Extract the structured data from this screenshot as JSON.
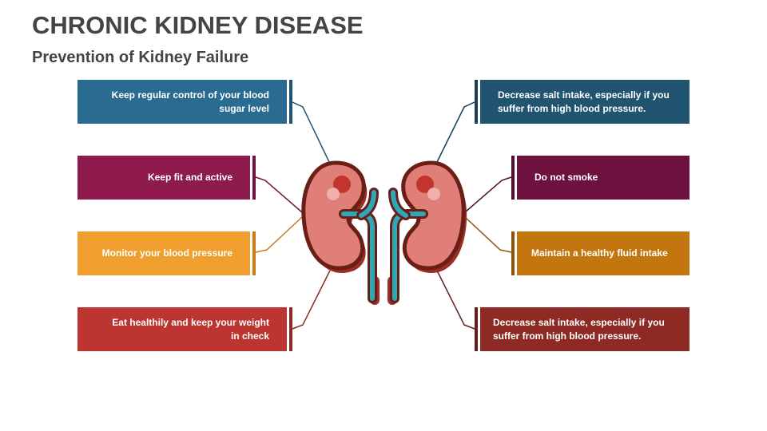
{
  "header": {
    "title": "CHRONIC KIDNEY DISEASE",
    "subtitle": "Prevention of Kidney Failure"
  },
  "left_items": [
    {
      "text": "Keep regular control of your blood sugar level",
      "color": "#2A6C91",
      "bar_color": "#1F5472"
    },
    {
      "text": "Keep fit and active",
      "color": "#8E1A4E",
      "bar_color": "#6E1440"
    },
    {
      "text": "Monitor your blood pressure",
      "color": "#F09E2E",
      "bar_color": "#C77D17"
    },
    {
      "text": "Eat healthily and keep your weight in check",
      "color": "#BD3530",
      "bar_color": "#8E2A24"
    }
  ],
  "right_items": [
    {
      "text": "Decrease salt intake, especially if you suffer from high blood pressure.",
      "color": "#215470",
      "bar_color": "#173E54"
    },
    {
      "text": "Do not smoke",
      "color": "#6D113E",
      "bar_color": "#4F0C2D"
    },
    {
      "text": "Maintain a healthy fluid intake",
      "color": "#C4760E",
      "bar_color": "#8C540A"
    },
    {
      "text": "Decrease salt intake, especially if you suffer from high blood pressure.",
      "color": "#8E2A24",
      "bar_color": "#661D19"
    }
  ],
  "illustration": {
    "name": "kidneys-icon",
    "kidney_fill": "#E07F78",
    "kidney_outline": "#6B1E17",
    "kidney_shadow": "#9A2E25",
    "ureter_color": "#2BA9B7"
  }
}
